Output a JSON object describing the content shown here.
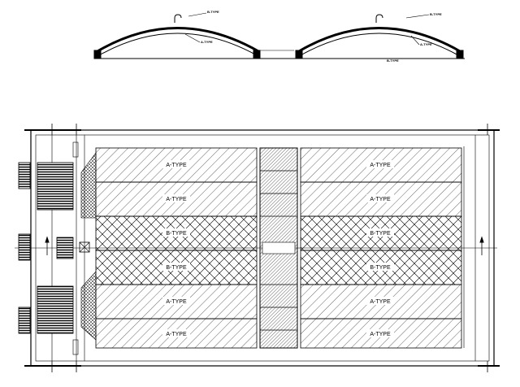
{
  "labels": {
    "elev_left_b": "B-TYPE",
    "elev_left_a": "A-TYPE",
    "elev_right_b": "B-TYPE",
    "elev_right_a": "A-TYPE",
    "elev_bottom": "B-TYPE",
    "left_rows": [
      "A-TYPE",
      "A-TYPE",
      "B-TYPE",
      "B-TYPE",
      "A-TYPE",
      "A-TYPE"
    ],
    "right_rows": [
      "A-TYPE",
      "A-TYPE",
      "B-TYPE",
      "B-TYPE",
      "A-TYPE",
      "A-TYPE"
    ],
    "center_note_1": "",
    "center_note_2": ""
  },
  "colors": {
    "line": "#000000",
    "paper": "#ffffff"
  }
}
